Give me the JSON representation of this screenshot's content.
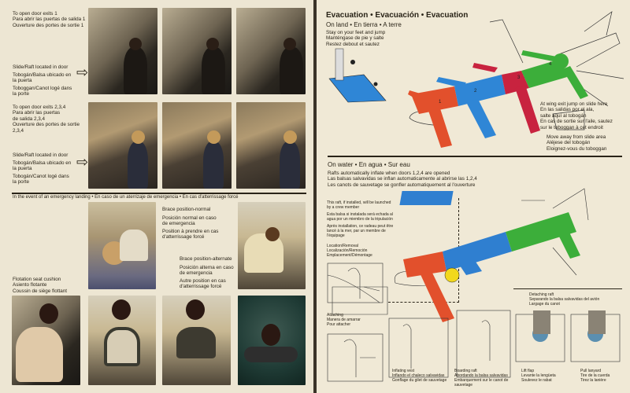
{
  "left": {
    "door1": "To open door exits 1\nPara abrir las puertas de salida 1\nOuverture des portes de sortie 1",
    "slide1": [
      "Slide/Raft located in door",
      "Tobogán/Balsa ubicado en\nla puerta",
      "Toboggan/Canot logé dans\nla porte"
    ],
    "door234": "To open door exits 2,3,4\nPara abrir las puertas\n   de salida 2,3,4\nOuverture des portes de sortie\n   2,3,4",
    "slide2": [
      "Slide/Raft located in door",
      "Tobogán/Balsa ubicado en\nla puerta",
      "Tobogán/Canot logé dans\nla porte"
    ],
    "emergency_header": "In the event of an emergency landing • En caso de un aterrizaje de emergencia • En cas d'atterrissage forcé",
    "brace_normal": [
      "Brace position-normal",
      "Posición normal en caso\nde emergencia",
      "Position à prendre en cas\nd'atterrissage forcé"
    ],
    "brace_alternate": [
      "Brace position-alternate",
      "Posición alterna en caso\nde emergencia",
      "Autre position en cas\nd'atterrissage forcé"
    ],
    "cushion": "Flotation seat cushion\nAsiento flotante\nCoussin de siège flottant"
  },
  "right": {
    "title": "Evacuation • Evacuación • Evacuation",
    "on_land": "On land • En tierra • A terre",
    "jump": "Stay on your feet and jump\nManténgase de pie y salte\nRestez debout et sautez",
    "door_numbers": [
      "1",
      "2",
      "3",
      "4"
    ],
    "wing_exit": "At wing exit jump on slide here\nEn las salidas por el ala,\n   salte aquí al tobogán\nEn cas de sortie sur l'aile, sautez\nsur le toboggan à cet endroit",
    "move_away": "Move away from slide area\nAléjese del tobogán\nEloignez-vous du toboggan",
    "on_water": "On water • En agua • Sur eau",
    "rafts_inflate": "Rafts automatically inflate when doors 1,2,4 are opened\nLas balsas salvavidas se inflan automaticamente al abrirse las 1,2,4\nLes canots de sauvetage se gonfler automatiquement al l'ouverture",
    "raft_note": [
      "This raft, if installed, will be launched\nby a crew member",
      "Esta balsa si instalada será echada al\nagua por un miembro de la tripulación",
      "Après installation, ce radeau peut être\nlancé à la mer, par un membre de\nl'équipage"
    ],
    "location": "Location/Removal\nLocalización/Remoción\nEmplacement/Démontage",
    "attaching": "Attaching\nManera de amarrar\nPour attacher",
    "inflating": "Inflating vest\nInflando el chaleco salvavidas\nGonflage du gilet de sauvetage",
    "boarding": "Boarding raft\nAbordando la balsa salvavidas\nEmbarquement sur le canot de\nsauvetage",
    "detaching": "Detaching raft\nSeparando la balsa salvavidas del avión\nLargage du canot",
    "lift_flap": "Lift flap\nLevante la lengüeta\nSoulevez le rabat",
    "pull_lanyard": "Pull lanyard\nTire de la cuerda\nTirez la lanière",
    "colors": {
      "door1": "#e2502c",
      "door2": "#2f86d6",
      "door3": "#c8233f",
      "door4": "#3cae3a",
      "raft": "#2f7fd0",
      "beacon": "#f2d81c"
    }
  }
}
